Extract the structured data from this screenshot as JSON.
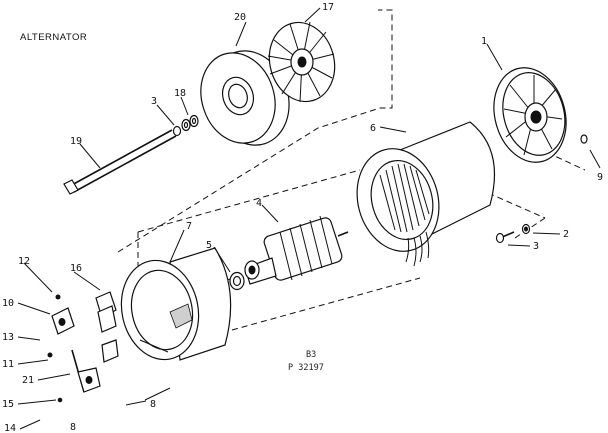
{
  "title": "ALTERNATOR",
  "reference": {
    "line1": "B3",
    "line2": "P 32197"
  },
  "callouts": {
    "c1": "1",
    "c2": "2",
    "c3": "3",
    "c3b": "3",
    "c4": "4",
    "c5": "5",
    "c6": "6",
    "c7": "7",
    "c8": "8",
    "c8b": "8",
    "c9": "9",
    "c10": "10",
    "c11": "11",
    "c12": "12",
    "c13": "13",
    "c14": "14",
    "c15": "15",
    "c16": "16",
    "c17": "17",
    "c18": "18",
    "c19": "19",
    "c20": "20",
    "c21": "21"
  }
}
